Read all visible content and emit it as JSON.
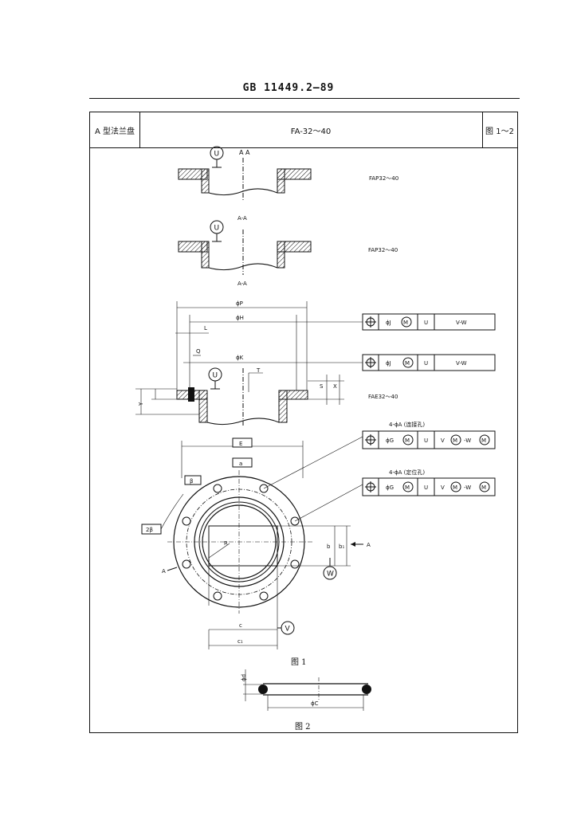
{
  "header": {
    "standard_number": "GB 11449.2—89"
  },
  "title_block": {
    "left": "A 型法兰盘",
    "center": "FA-32～40",
    "right": "图 1～2"
  },
  "views": {
    "section_label_1": "A A",
    "section_label_2": "A-A",
    "section_label_3": "A-A",
    "designation_1": "FAP32～40",
    "designation_2": "FAP32～40",
    "designation_3": "FAE32～40"
  },
  "datums": {
    "u": "U",
    "v": "V",
    "w": "W"
  },
  "dimensions": {
    "phi_p": "ϕP",
    "phi_h": "ϕH",
    "l": "L",
    "q": "Q",
    "phi_k": "ϕK",
    "t": "T",
    "y": "Y",
    "s": "S",
    "x": "X",
    "e": "E",
    "a": "a",
    "beta": "β",
    "two_beta": "2β",
    "r": "R",
    "b": "b",
    "b1": "b₁",
    "section_a": "A",
    "c": "c",
    "c1": "c₁",
    "phi_d": "ϕd",
    "phi_c": "ϕC"
  },
  "tolerance_frames": {
    "f1": [
      "ϕJ",
      "M",
      "U",
      "V-W"
    ],
    "f2": [
      "ϕJ",
      "M",
      "U",
      "V-W"
    ],
    "note_3": "4-ϕA (连接孔)",
    "f3": [
      "ϕG",
      "M",
      "U",
      "V",
      "M",
      "-W",
      "M"
    ],
    "note_4": "4-ϕA (定位孔)",
    "f4": [
      "ϕG",
      "M",
      "U",
      "V",
      "M",
      "-W",
      "M"
    ]
  },
  "figure_captions": {
    "fig1": "图 1",
    "fig2": "图 2"
  }
}
